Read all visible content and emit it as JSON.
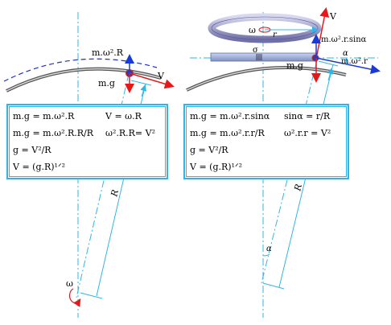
{
  "left": {
    "labels": {
      "centripetal": "m.ω².R",
      "velocity": "V",
      "weight": "m.g",
      "radius": "R",
      "omega": "ω"
    },
    "equations": {
      "col1": [
        "m.g = m.ω².R",
        "m.g = m.ω².R.R/R",
        "g = V²/R",
        "V = (g.R)¹ᐟ²"
      ],
      "col2": [
        "V = ω.R",
        "ω².R.R= V²"
      ]
    }
  },
  "right": {
    "labels": {
      "velocity": "V",
      "omega": "ω",
      "r": "r",
      "sigma": "σ",
      "tension": "m.ω².r.sinα",
      "centripetal": "m.ω².r",
      "alpha_top": "α",
      "weight": "m.g",
      "radius": "R",
      "alpha_bottom": "α"
    },
    "equations": {
      "col1": [
        "m.g = m.ω².r.sinα",
        "m.g = m.ω².r.r/R",
        "g = V²/R",
        "V = (g.R)¹ᐟ²"
      ],
      "col2": [
        "sinα = r/R",
        "ω².r.r = V²"
      ]
    }
  },
  "colors": {
    "accent": "#2fb6e6",
    "arrow_red": "#e81818",
    "arrow_blue": "#1a3ad8",
    "dash_blue": "#1a2fd0",
    "ring": "#9898c8"
  }
}
